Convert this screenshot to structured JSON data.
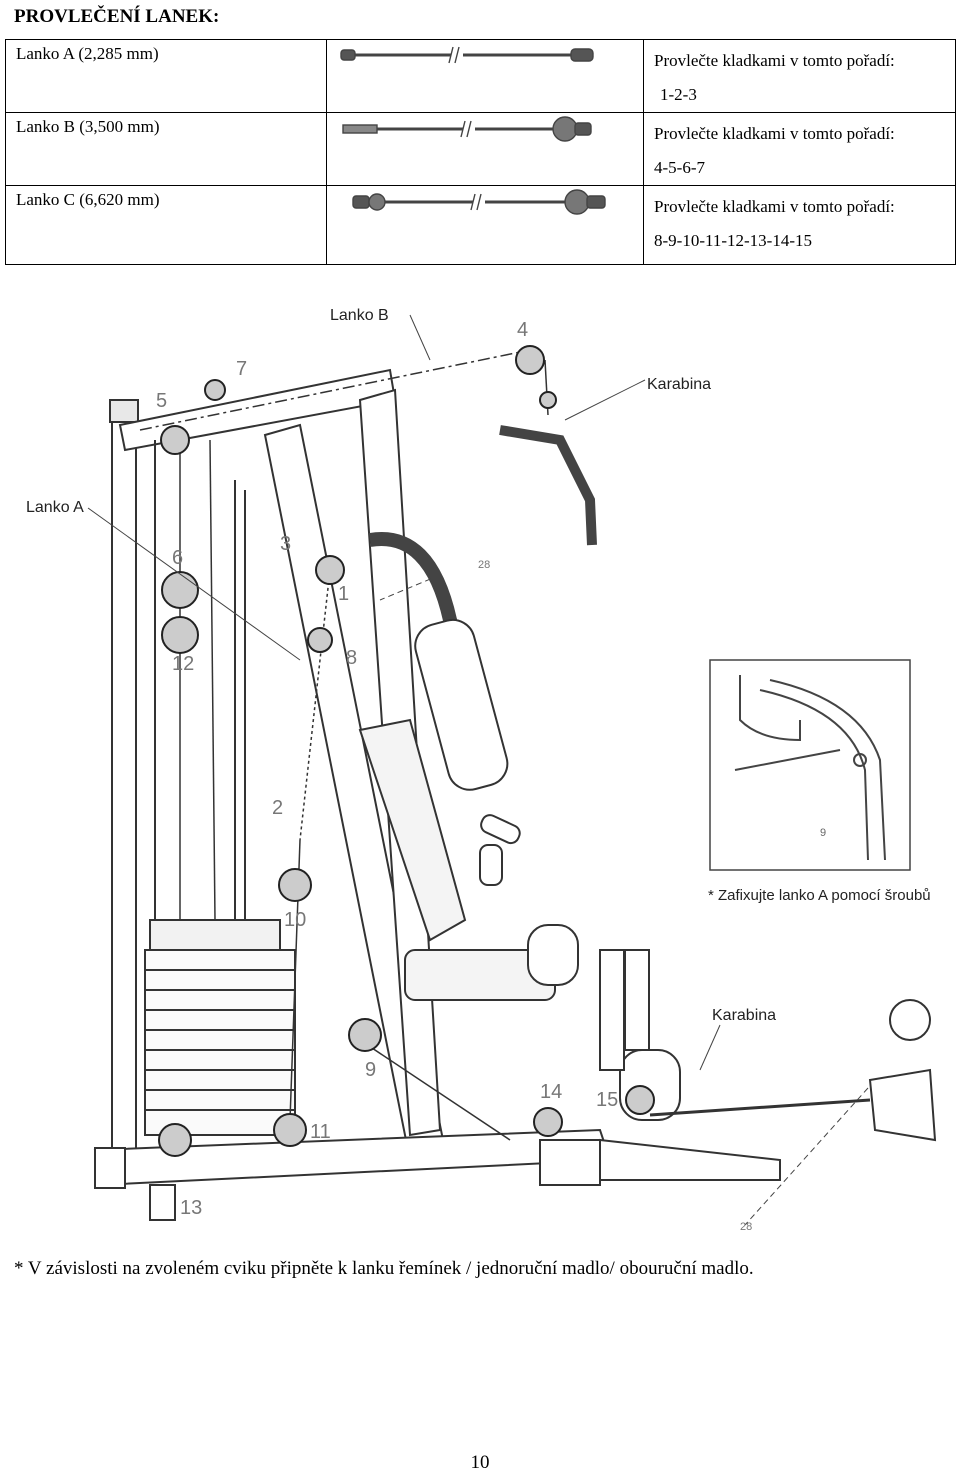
{
  "heading": "PROVLEČENÍ LANEK:",
  "cables": [
    {
      "name": "Lanko A (2,285 mm)",
      "instruction": "Provlečte kladkami v tomto pořadí:",
      "order": "1-2-3"
    },
    {
      "name": "Lanko B (3,500 mm)",
      "instruction": "Provlečte kladkami v tomto pořadí:",
      "order": "4-5-6-7"
    },
    {
      "name": "Lanko C (6,620 mm)",
      "instruction": "Provlečte kladkami v tomto pořadí:",
      "order": "8-9-10-11-12-13-14-15"
    }
  ],
  "figure": {
    "labels": {
      "lanko_b": "Lanko B",
      "lanko_a": "Lanko A",
      "karabina_top": "Karabina",
      "karabina_bottom": "Karabina",
      "inset_note": "* Zafixujte lanko A pomocí šroubů",
      "part_28_top": "28",
      "part_28_bottom": "28",
      "part_9_inset": "9"
    },
    "pulley_numbers": [
      "1",
      "2",
      "3",
      "4",
      "5",
      "6",
      "7",
      "8",
      "9",
      "10",
      "11",
      "12",
      "13",
      "14",
      "15"
    ]
  },
  "footnote": "* V závislosti na zvoleném cviku připněte k lanku řemínek / jednoruční madlo/ obouruční madlo.",
  "page_number": "10"
}
